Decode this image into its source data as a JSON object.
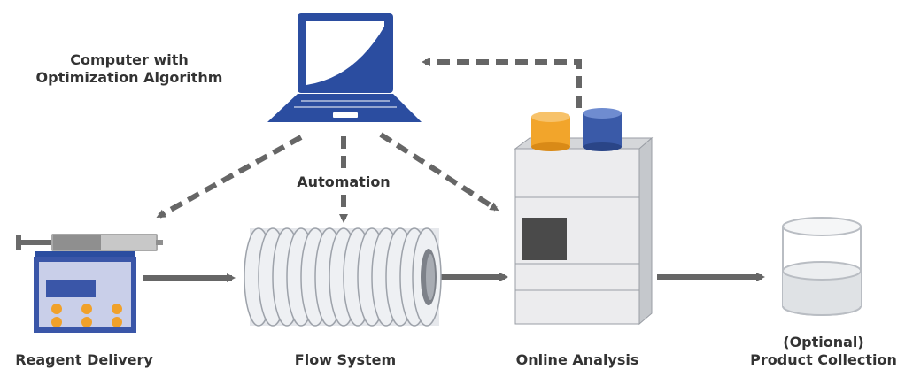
{
  "labels": {
    "computer_line1": "Computer with",
    "computer_line2": "Optimization Algorithm",
    "automation": "Automation",
    "reagent_delivery": "Reagent Delivery",
    "flow_system": "Flow System",
    "online_analysis": "Online Analysis",
    "product_collection_line1": "(Optional)",
    "product_collection_line2": "Product Collection"
  },
  "colors": {
    "laptop_blue": "#2b4da0",
    "pump_blue": "#3a56a8",
    "pump_panel": "#c9cfe9",
    "button_orange": "#f0a12a",
    "bottle_orange": "#f2a52b",
    "bottle_blue": "#3a5aa8",
    "arrow_gray": "#666666",
    "coil_gray": "#d4d7dd",
    "instrument_gray": "#e9eaec",
    "text": "#333333"
  },
  "icons": {
    "computer": "laptop-icon",
    "pump": "syringe-pump-icon",
    "coil": "flow-coil-icon",
    "analyzer": "analyzer-icon",
    "collection": "collection-vessel-icon"
  }
}
